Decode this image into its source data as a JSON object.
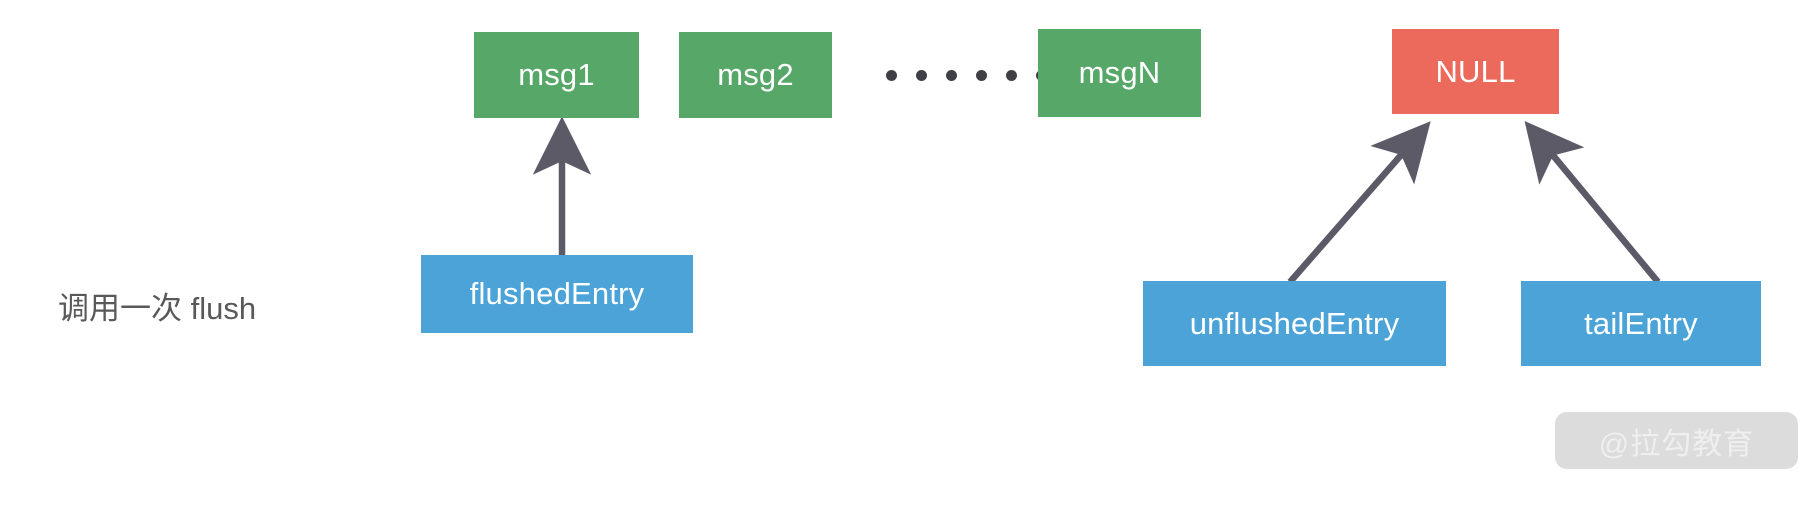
{
  "diagram": {
    "caption": "调用一次 flush",
    "colors": {
      "message_box": "#57a868",
      "null_box": "#ec6a5c",
      "entry_box": "#4ba3d8",
      "arrow": "#5b5a66",
      "caption_text": "#595959",
      "dot": "#3f3f46",
      "background": "#ffffff",
      "watermark_pill": "#dcdcdc",
      "watermark_text": "#efefef"
    },
    "message_nodes": [
      {
        "id": "msg1",
        "label": "msg1"
      },
      {
        "id": "msg2",
        "label": "msg2"
      },
      {
        "id": "msgN",
        "label": "msgN"
      }
    ],
    "null_node": {
      "id": "null",
      "label": "NULL"
    },
    "entry_nodes": [
      {
        "id": "flushedEntry",
        "label": "flushedEntry"
      },
      {
        "id": "unflushedEntry",
        "label": "unflushedEntry"
      },
      {
        "id": "tailEntry",
        "label": "tailEntry"
      }
    ],
    "ellipsis": {
      "dot_count": 6
    },
    "edges": [
      {
        "from": "flushedEntry",
        "to": "msg1"
      },
      {
        "from": "unflushedEntry",
        "to": "null"
      },
      {
        "from": "tailEntry",
        "to": "null"
      }
    ]
  },
  "watermark": {
    "text": "@拉勾教育"
  }
}
